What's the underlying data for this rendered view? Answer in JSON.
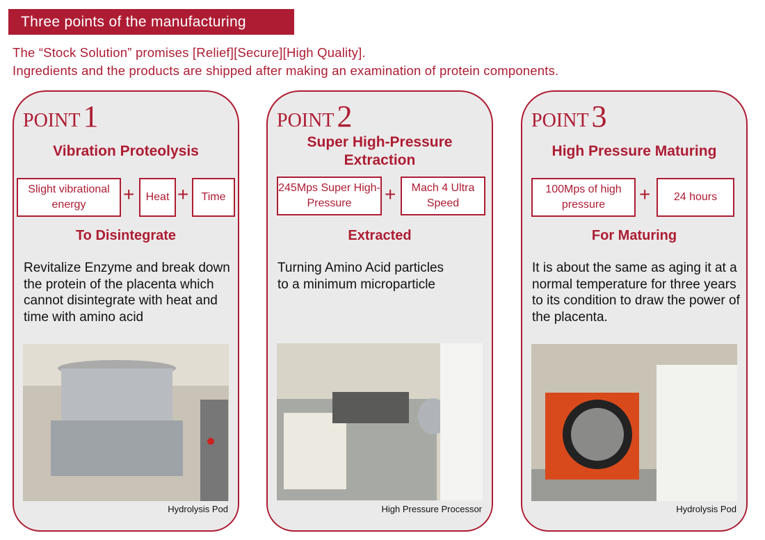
{
  "banner": "Three points of the manufacturing",
  "intro": [
    "The “Stock Solution” promises [Relief][Secure][High Quality].",
    "Ingredients and the products are shipped after making an examination of protein components."
  ],
  "point_word": "POINT",
  "plus": "+",
  "cards": [
    {
      "num": "1",
      "title": "Vibration Proteolysis",
      "boxes": [
        "Slight vibrational energy",
        "Heat",
        "Time"
      ],
      "sub": "To Disintegrate",
      "desc": "Revitalize Enzyme and break down the protein of the placenta which cannot disintegrate with heat and time with amino acid",
      "caption": "Hydrolysis Pod"
    },
    {
      "num": "2",
      "title": "Super High-Pressure Extraction",
      "boxes": [
        "245Mps Super High-Pressure",
        "Mach 4 Ultra Speed"
      ],
      "sub": "Extracted",
      "desc": "Turning Amino Acid particles to a minimum microparticle",
      "caption": "High Pressure Processor"
    },
    {
      "num": "3",
      "title": "High Pressure Maturing",
      "boxes": [
        "100Mps of high pressure",
        "24 hours"
      ],
      "sub": "For Maturing",
      "desc": "It is about the same as aging it at a normal temperature for three years to its condition to draw the power of the placenta.",
      "caption": "Hydrolysis Pod"
    }
  ],
  "colors": {
    "accent": "#ad1c33",
    "card_bg": "#ebeaea"
  }
}
